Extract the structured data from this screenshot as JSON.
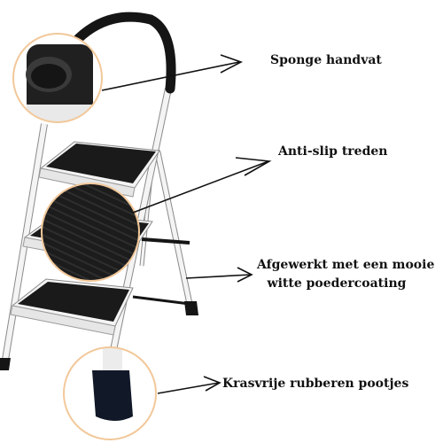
{
  "labels": {
    "handle": "Sponge handvat",
    "steps": "Anti-slip treden",
    "coating_line1": "Afgewerkt met een mooie",
    "coating_line2": "witte poedercoating",
    "feet": "Krasvrije rubberen pootjes"
  },
  "colors": {
    "background": "#ffffff",
    "frame": "#f4f4f4",
    "frame_edge": "#8a8a8a",
    "black": "#151515",
    "callout_ring": "#f2c89a",
    "arrow": "#111111"
  }
}
